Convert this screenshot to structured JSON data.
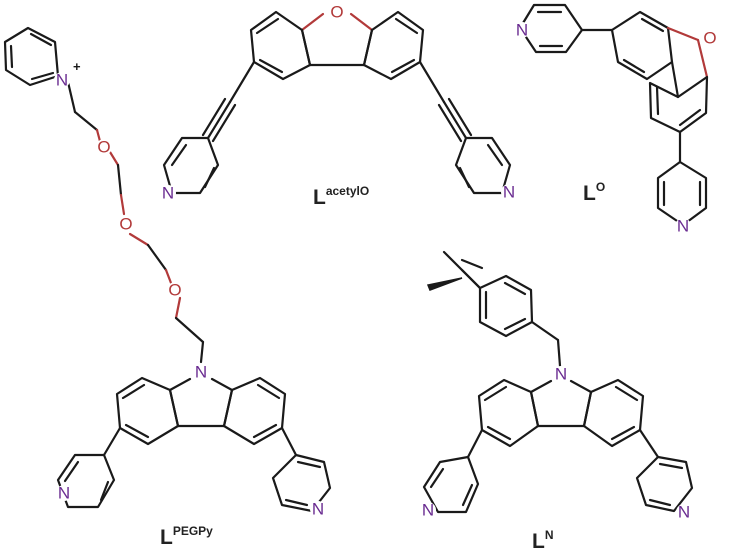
{
  "colors": {
    "bond": "#1a1a1a",
    "oxygen": "#b23a3a",
    "nitrogen": "#6a2c91",
    "label": "#222222"
  },
  "atoms": {
    "o": "O",
    "n": "N",
    "n_plus": "N",
    "plus": "+"
  },
  "compounds": [
    {
      "base": "L",
      "superscript": "acetylO"
    },
    {
      "base": "L",
      "superscript": "O"
    },
    {
      "base": "L",
      "superscript": "PEGPy"
    },
    {
      "base": "L",
      "superscript": "N"
    }
  ]
}
